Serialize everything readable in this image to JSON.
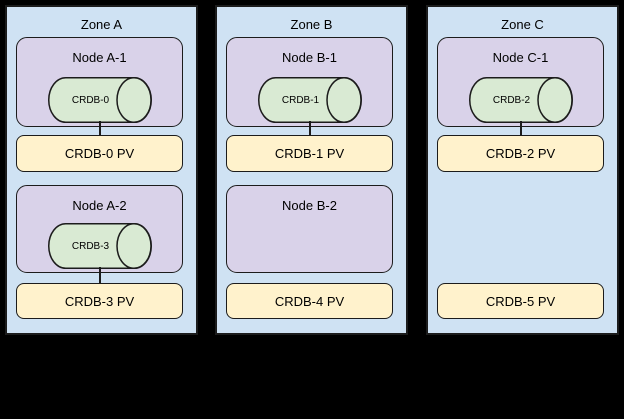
{
  "diagram": {
    "description": "Three-zone CockroachDB Kubernetes topology with nodes, CRDB pods and persistent volumes",
    "colors": {
      "background": "#000000",
      "zone_fill": "#cfe2f3",
      "node_fill": "#d9d2e9",
      "pod_fill": "#d9ead3",
      "pv_fill": "#fff2cc",
      "border": "#1c1c1c"
    },
    "zones": [
      {
        "label": "Zone A",
        "nodes": [
          {
            "label": "Node A-1",
            "pod": "CRDB-0",
            "pv": "CRDB-0 PV"
          },
          {
            "label": "Node A-2",
            "pod": "CRDB-3",
            "pv": "CRDB-3 PV"
          }
        ]
      },
      {
        "label": "Zone B",
        "nodes": [
          {
            "label": "Node B-1",
            "pod": "CRDB-1",
            "pv": "CRDB-1 PV"
          },
          {
            "label": "Node B-2",
            "pod": null,
            "pv": "CRDB-4 PV"
          }
        ]
      },
      {
        "label": "Zone C",
        "nodes": [
          {
            "label": "Node C-1",
            "pod": "CRDB-2",
            "pv": "CRDB-2 PV"
          },
          {
            "label": null,
            "pod": null,
            "pv": "CRDB-5 PV"
          }
        ]
      }
    ]
  }
}
